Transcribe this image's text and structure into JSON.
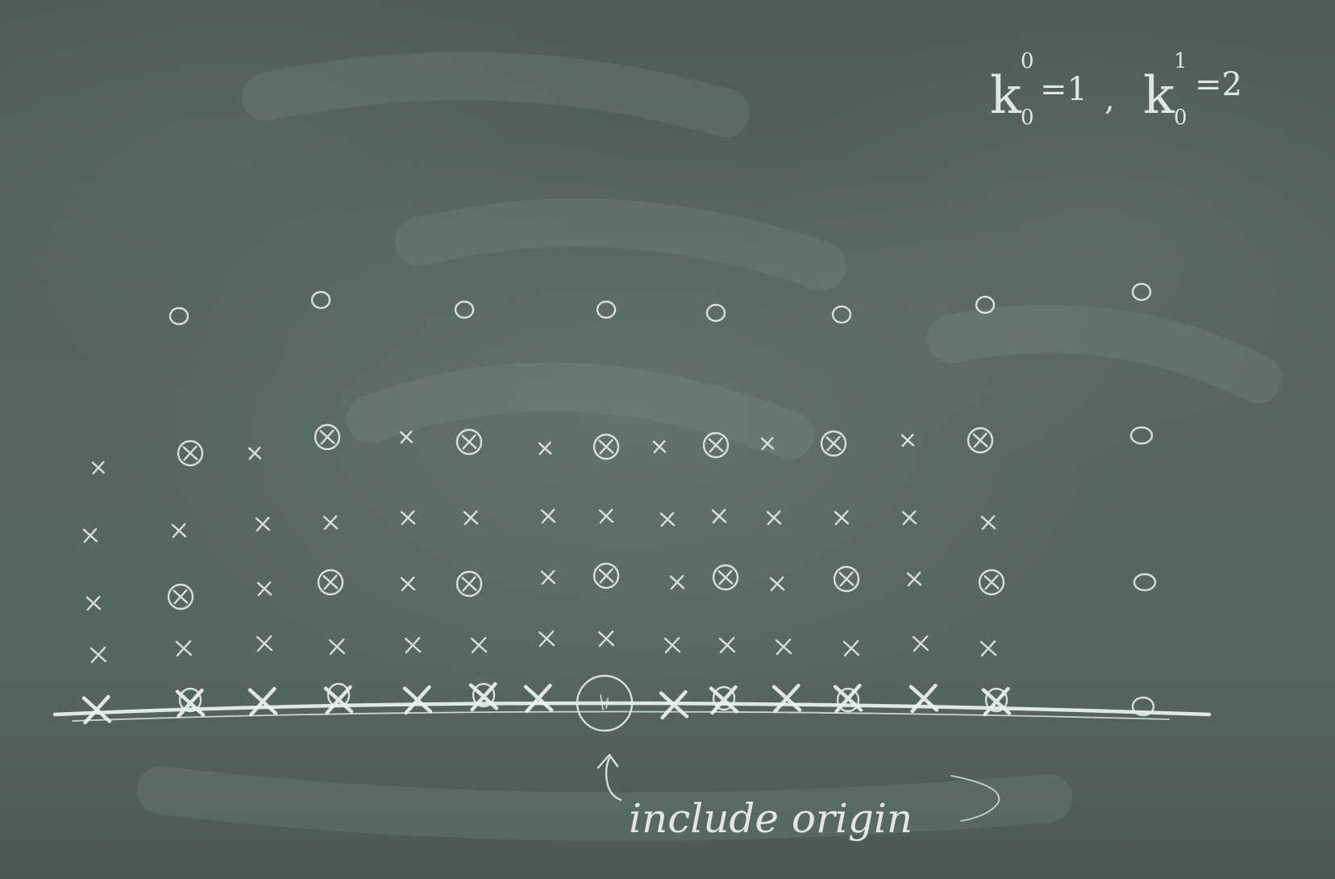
{
  "equation": {
    "k_symbol": "k",
    "sup_first": "0",
    "sub_first": "0",
    "eq_first": "=1",
    "comma": ",",
    "sup_second": "1",
    "sub_second": "0",
    "eq_second": "=2"
  },
  "annotation": "include origin",
  "colors": {
    "board": "#4f5e5a",
    "chalk": "#e6ecea"
  }
}
